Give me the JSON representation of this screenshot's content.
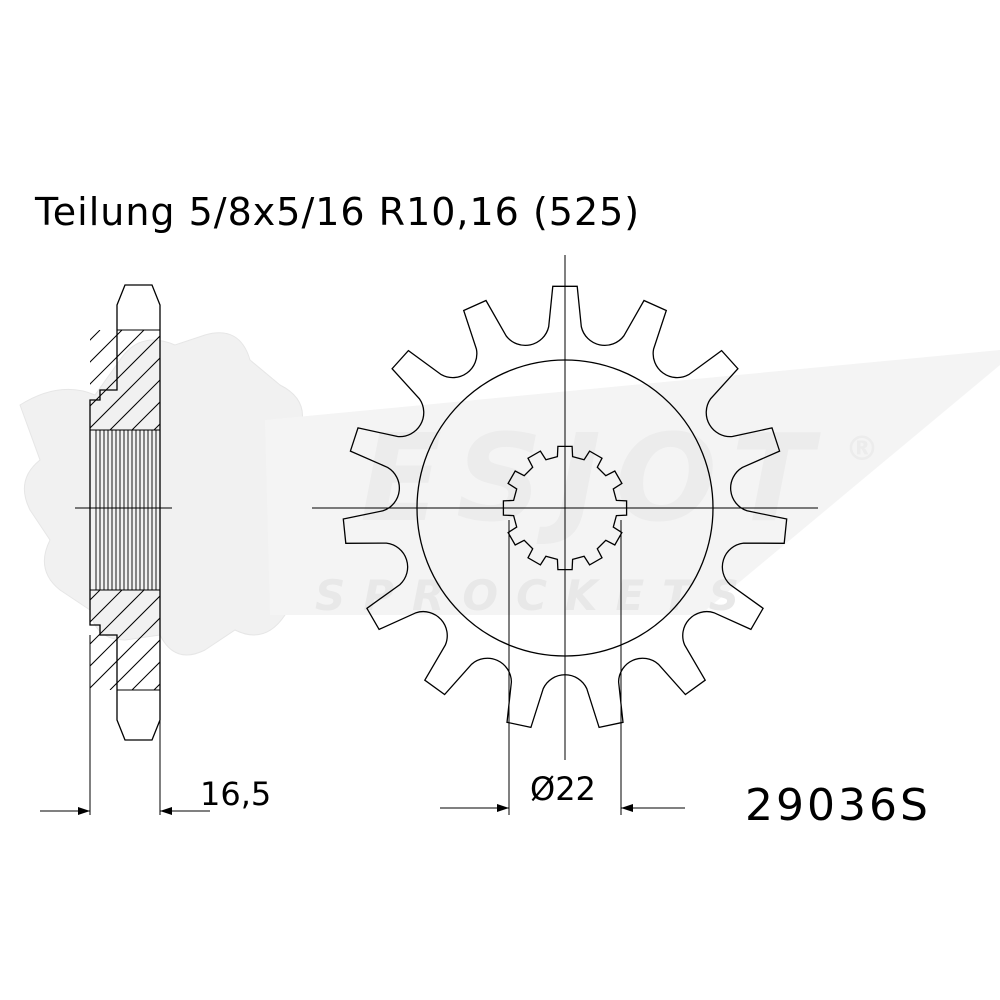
{
  "title": "Teilung 5/8x5/16 R10,16 (525)",
  "dimensions": {
    "width_label": "16,5",
    "bore_label": "Ø22"
  },
  "part_number": "29036S",
  "watermark": {
    "brand": "ESJOT",
    "registered": "®",
    "tagline": "SPROCKETS"
  },
  "drawing": {
    "teeth": 15,
    "spline_teeth": 12
  },
  "colors": {
    "ink": "#000000",
    "watermark": "#f1f1f1",
    "background": "#ffffff"
  }
}
